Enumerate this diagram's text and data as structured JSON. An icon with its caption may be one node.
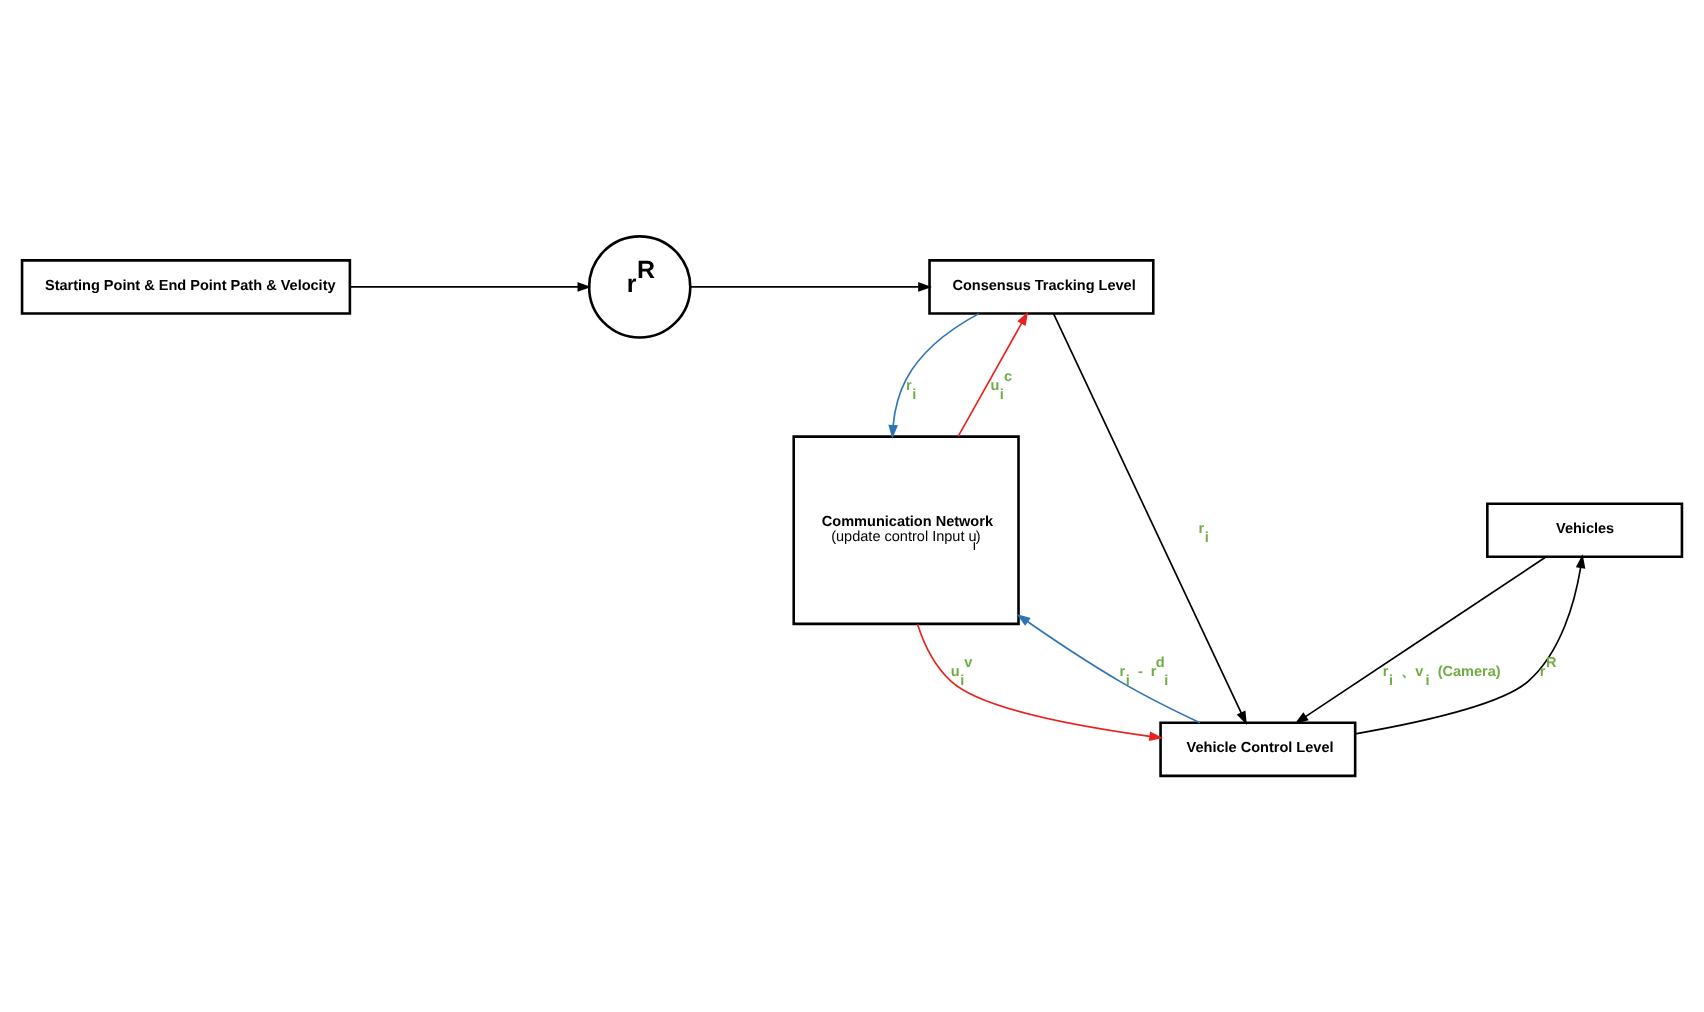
{
  "diagram": {
    "nodes": [
      {
        "text": [
          "Starting Point & End Point Path & Velocity"
        ]
      },
      {
        "text": [
          "r$^{R}$"
        ]
      },
      {
        "text": [
          "Consensus Tracking Level"
        ]
      },
      {
        "text": [
          "Vehicle Control Level"
        ]
      },
      {
        "text": [
          "Communication Network",
          "(update control Input u$_{i}$)"
        ]
      },
      {
        "text": [
          "Vehicles"
        ]
      }
    ],
    "edges": [
      {
        "from": 0,
        "to": 1,
        "arrow": "to"
      },
      {
        "from": 1,
        "to": 2,
        "arrow": "to"
      },
      {
        "from": 2,
        "to": 4,
        "arrow": "to",
        "label": "r$_{i}$",
        "color": "#2e75b6"
      },
      {
        "from": 4,
        "to": 2,
        "arrow": "to",
        "label": "u$_{i}$$^{c}$",
        "color": "#e8231f"
      },
      {
        "from": 2,
        "to": 3,
        "arrow": "to",
        "label": "r$_{i}$"
      },
      {
        "from": 4,
        "to": 3,
        "arrow": "to",
        "label": "u$_{i}$$^{v}$",
        "color": "#e8231f"
      },
      {
        "from": 3,
        "to": 4,
        "arrow": "to",
        "label": "r$_{i}$ - r$^{d}$$_{i}$",
        "color": "#2e75b6"
      },
      {
        "from": 5,
        "to": 3,
        "arrow": "to",
        "label": "r$_{i}$ 、v$_{i}$ (Camera)"
      },
      {
        "from": 3,
        "to": 5,
        "arrow": "to",
        "label": "r$^{R}$"
      }
    ]
  }
}
